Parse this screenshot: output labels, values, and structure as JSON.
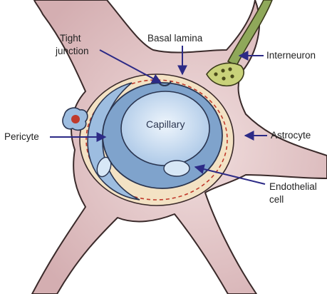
{
  "labels": {
    "tight_junction_line1": "Tight",
    "tight_junction_line2": "junction",
    "basal_lamina": "Basal lamina",
    "interneuron": "Interneuron",
    "capillary": "Capillary",
    "pericyte": "Pericyte",
    "astrocyte": "Astrocyte",
    "endothelial_line1": "Endothelial",
    "endothelial_line2": "cell"
  },
  "colors": {
    "astrocyte_fill": "#e3c4c4",
    "astrocyte_stroke": "#3a2a2a",
    "basal_lamina_fill": "#f3e2c4",
    "basal_lamina_dash": "#c0392b",
    "endothelium_fill": "#7fa3cc",
    "lumen_fill": "#c9dcef",
    "interneuron_fill": "#8fa85a",
    "pointer": "#2c2a86",
    "blood_cell": "#c0392b"
  }
}
